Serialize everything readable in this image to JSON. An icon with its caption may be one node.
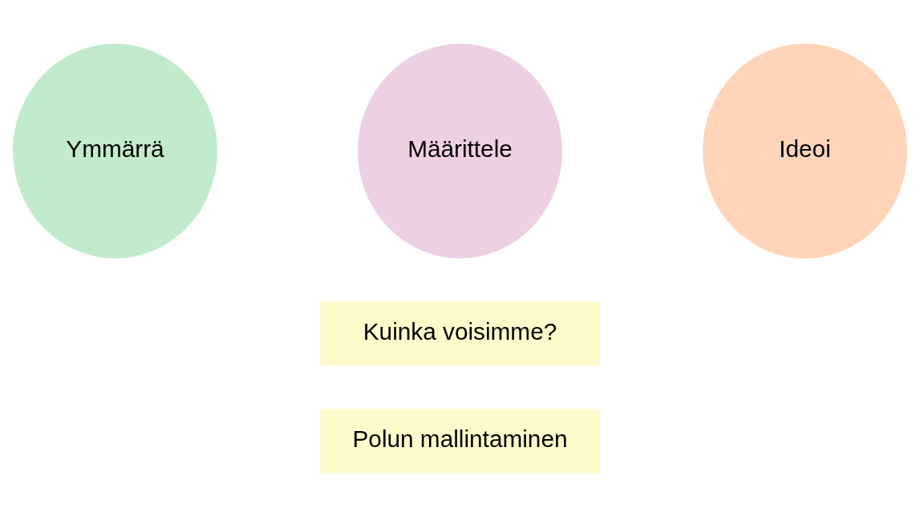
{
  "diagram": {
    "nodes": [
      {
        "text": [
          "Ymmärrä"
        ]
      },
      {
        "text": [
          "Määrittele"
        ]
      },
      {
        "text": [
          "Ideoi"
        ]
      },
      {
        "text": [
          "Kuinka voisimme?"
        ]
      },
      {
        "text": [
          "Polun mallintaminen"
        ]
      }
    ],
    "edges": []
  }
}
